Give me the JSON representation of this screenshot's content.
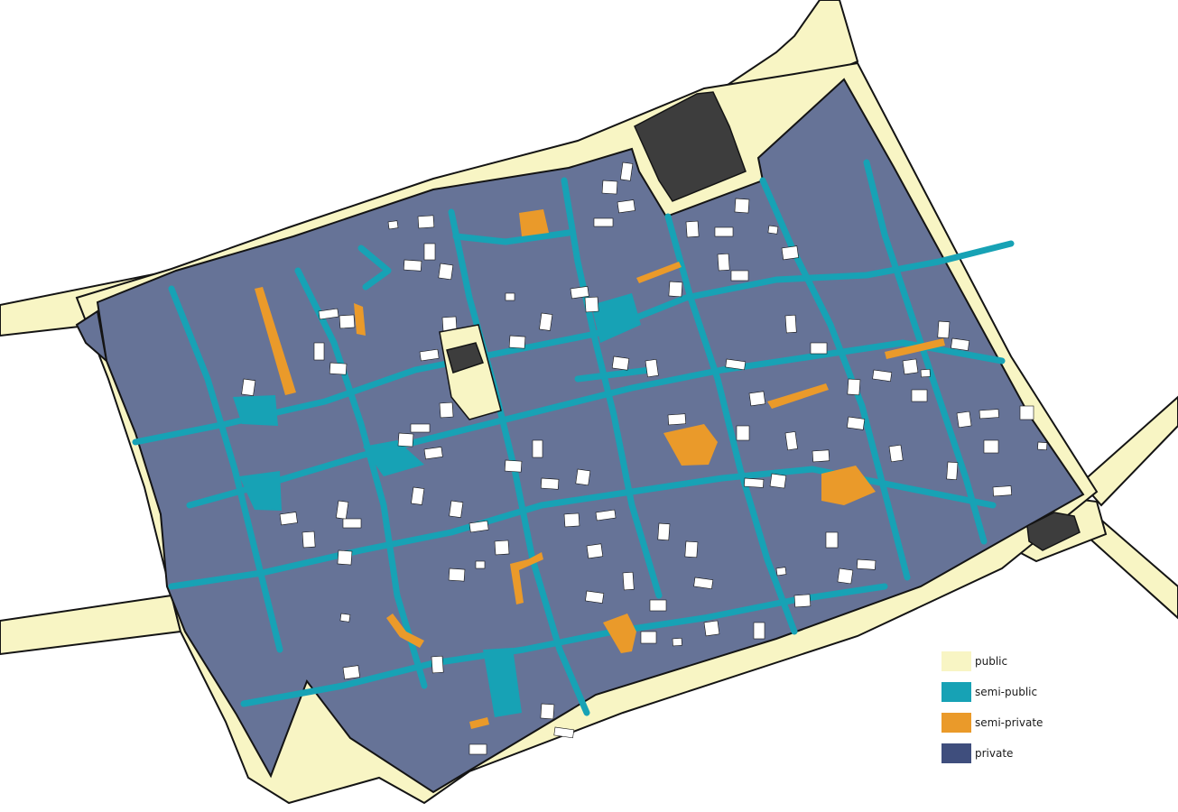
{
  "colors": {
    "public": "#f8f5c4",
    "semi_public": "#17a2b5",
    "semi_private": "#ea9a2a",
    "private": "#667397",
    "landmark": "#3d3d3d",
    "courtyard": "#ffffff",
    "outline": "#141414"
  },
  "legend": {
    "items": [
      {
        "label": "public",
        "color": "#f8f5c4"
      },
      {
        "label": "semi-public",
        "color": "#17a2b5"
      },
      {
        "label": "semi-private",
        "color": "#ea9a2a"
      },
      {
        "label": "private",
        "color": "#3f4e7d"
      }
    ]
  }
}
